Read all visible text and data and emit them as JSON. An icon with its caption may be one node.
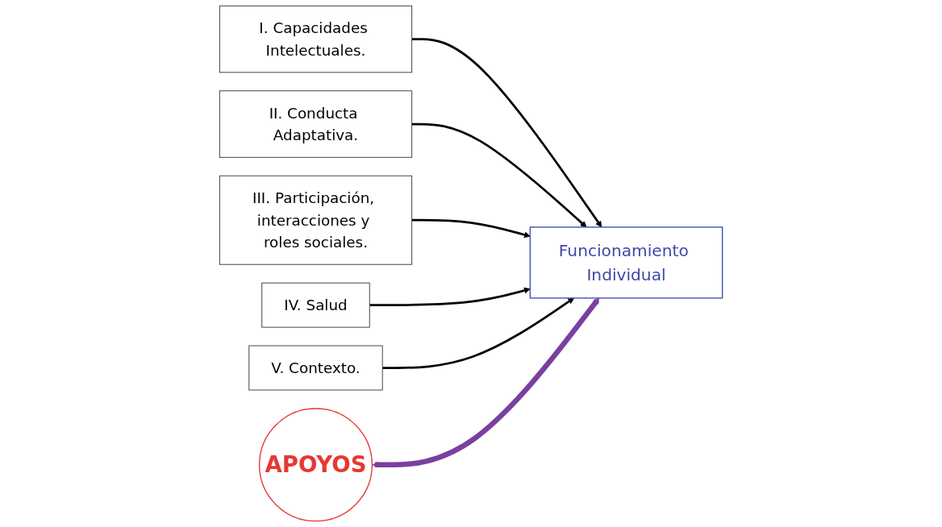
{
  "diagram": {
    "nodes": [
      {
        "text": [
          "I. Capacidades Intelectuales."
        ]
      },
      {
        "text": [
          "II. Conducta Adaptativa."
        ]
      },
      {
        "text": [
          "III. Participación, interacciones y roles sociales."
        ]
      },
      {
        "text": [
          "IV. Salud"
        ]
      },
      {
        "text": [
          "V. Contexto."
        ]
      },
      {
        "text": [
          "APOYOS"
        ]
      },
      {
        "text": [
          "Funcionamiento Individual"
        ]
      }
    ],
    "edges": [
      {
        "from": 0,
        "to": 6,
        "arrow": "to"
      },
      {
        "from": 1,
        "to": 6,
        "arrow": "to"
      },
      {
        "from": 2,
        "to": 6,
        "arrow": "to"
      },
      {
        "from": 3,
        "to": 6,
        "arrow": "to"
      },
      {
        "from": 4,
        "to": 6,
        "arrow": "to"
      },
      {
        "from": 5,
        "to": 6,
        "arrow": "both",
        "style": "thick",
        "color": "#7b3f9e"
      }
    ]
  }
}
